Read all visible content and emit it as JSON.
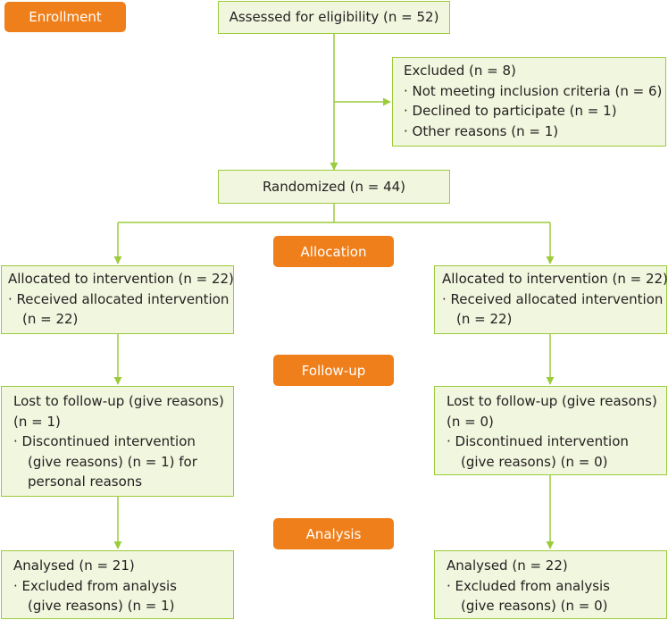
{
  "stages": {
    "enrollment": "Enrollment",
    "allocation": "Allocation",
    "followup": "Follow-up",
    "analysis": "Analysis"
  },
  "assessed": "Assessed for eligibility (n = 52)",
  "excluded": {
    "title": "Excluded (n = 8)",
    "items": [
      "· Not meeting inclusion criteria (n = 6)",
      "· Declined to participate (n = 1)",
      "· Other reasons (n = 1)"
    ]
  },
  "randomized": "Randomized (n = 44)",
  "left": {
    "allocation": [
      "Allocated to intervention (n = 22)",
      "· Received allocated intervention",
      "(n = 22)"
    ],
    "followup": [
      "Lost to follow-up (give reasons)",
      "(n = 1)",
      "· Discontinued intervention",
      "(give reasons) (n = 1) for",
      "personal reasons"
    ],
    "analysis": [
      "Analysed (n = 21)",
      "· Excluded from analysis",
      "(give reasons) (n = 1)"
    ]
  },
  "right": {
    "allocation": [
      "Allocated to intervention (n = 22)",
      "· Received allocated intervention",
      "(n = 22)"
    ],
    "followup": [
      "Lost to follow-up (give reasons)",
      "(n = 0)",
      "· Discontinued intervention",
      "(give reasons) (n = 0)"
    ],
    "analysis": [
      "Analysed (n = 22)",
      "· Excluded from analysis",
      "(give reasons) (n = 0)"
    ]
  },
  "colors": {
    "stage_fill": "#ef7f1a",
    "box_fill": "#f1f6de",
    "box_border": "#9ccb3b",
    "connector": "#9ccb3b"
  }
}
